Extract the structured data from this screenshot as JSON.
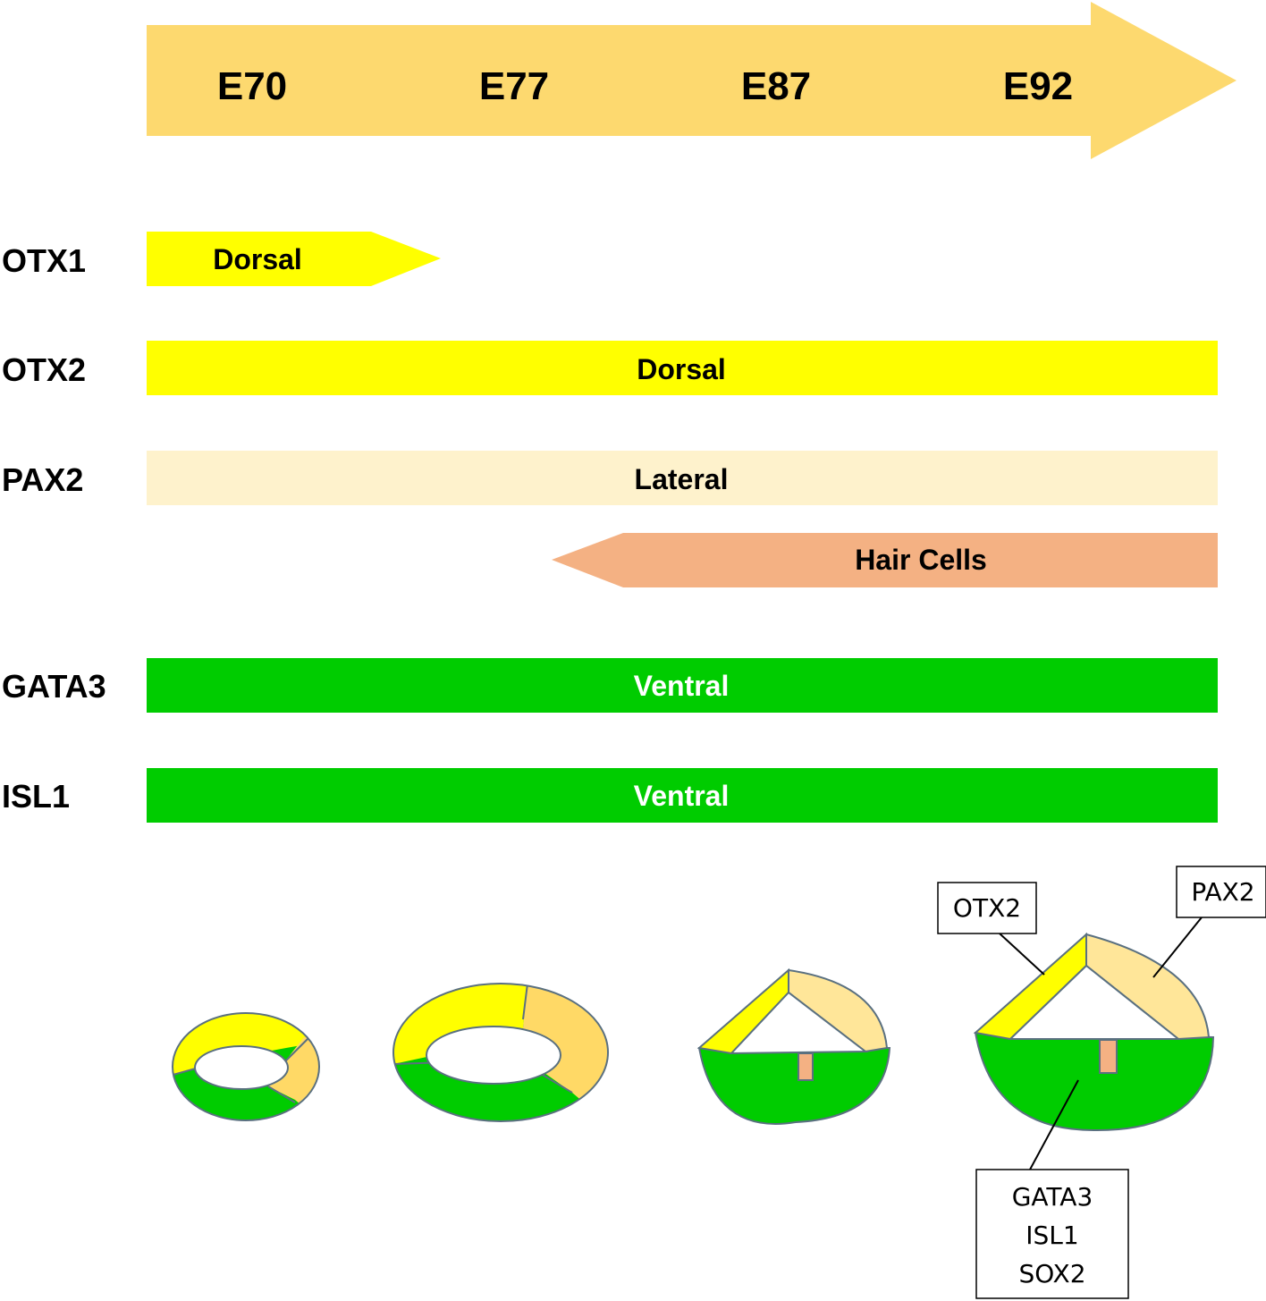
{
  "timeline": {
    "stages": [
      "E70",
      "E77",
      "E87",
      "E92"
    ],
    "colors": {
      "timeline": "#fdd96f"
    }
  },
  "genes": [
    {
      "name": "OTX1",
      "domain": "Dorsal",
      "color": "#ffff00",
      "text_color": "#000000"
    },
    {
      "name": "OTX2",
      "domain": "Dorsal",
      "color": "#ffff00",
      "text_color": "#000000"
    },
    {
      "name": "PAX2",
      "domain": "Lateral",
      "color": "#fef2cc",
      "text_color": "#000000"
    },
    {
      "name": "",
      "domain": "Hair Cells",
      "color": "#f4b183",
      "text_color": "#000000"
    },
    {
      "name": "GATA3",
      "domain": "Ventral",
      "color": "#00cc00",
      "text_color": "#ffffff"
    },
    {
      "name": "ISL1",
      "domain": "Ventral",
      "color": "#00cc00",
      "text_color": "#ffffff"
    }
  ],
  "callouts": {
    "otx2": "OTX2",
    "pax2": "PAX2",
    "ventral_lines": [
      "GATA3",
      "ISL1",
      "SOX2"
    ]
  },
  "colors": {
    "dorsal": "#ffff00",
    "lateral": "#ffd966",
    "lateral_light": "#ffe699",
    "ventral": "#00cc00",
    "hair_cells": "#f4b183"
  }
}
